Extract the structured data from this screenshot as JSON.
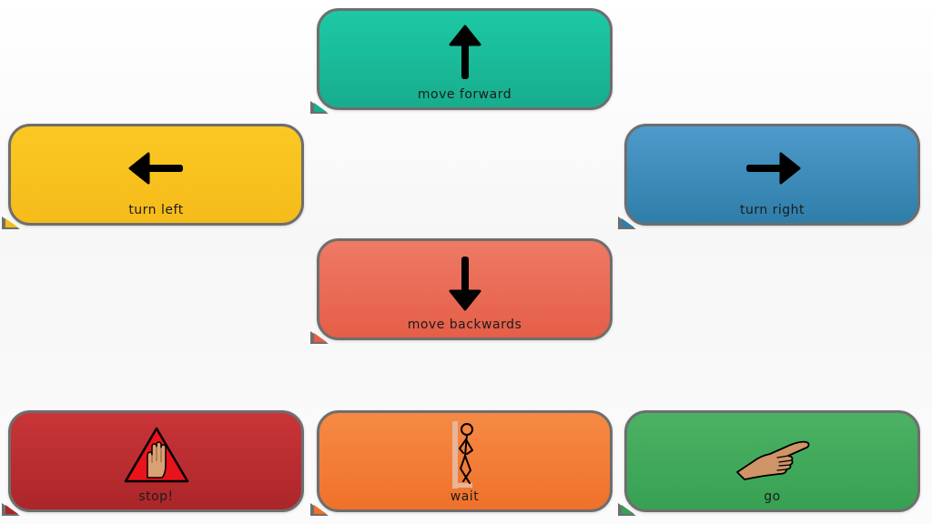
{
  "board": {
    "cells": {
      "forward": {
        "label": "move forward",
        "icon": "arrow-up-icon",
        "color": "#1dc9a6"
      },
      "left": {
        "label": "turn left",
        "icon": "arrow-left-icon",
        "color": "#fbc823"
      },
      "right": {
        "label": "turn right",
        "icon": "arrow-right-icon",
        "color": "#4e9acb"
      },
      "backwards": {
        "label": "move backwards",
        "icon": "arrow-down-icon",
        "color": "#ee7a65"
      },
      "stop": {
        "label": "stop!",
        "icon": "stop-hand-icon",
        "color": "#c93538"
      },
      "wait": {
        "label": "wait",
        "icon": "waiting-person-icon",
        "color": "#f58a45"
      },
      "go": {
        "label": "go",
        "icon": "pointing-hand-icon",
        "color": "#4cb163"
      }
    }
  }
}
